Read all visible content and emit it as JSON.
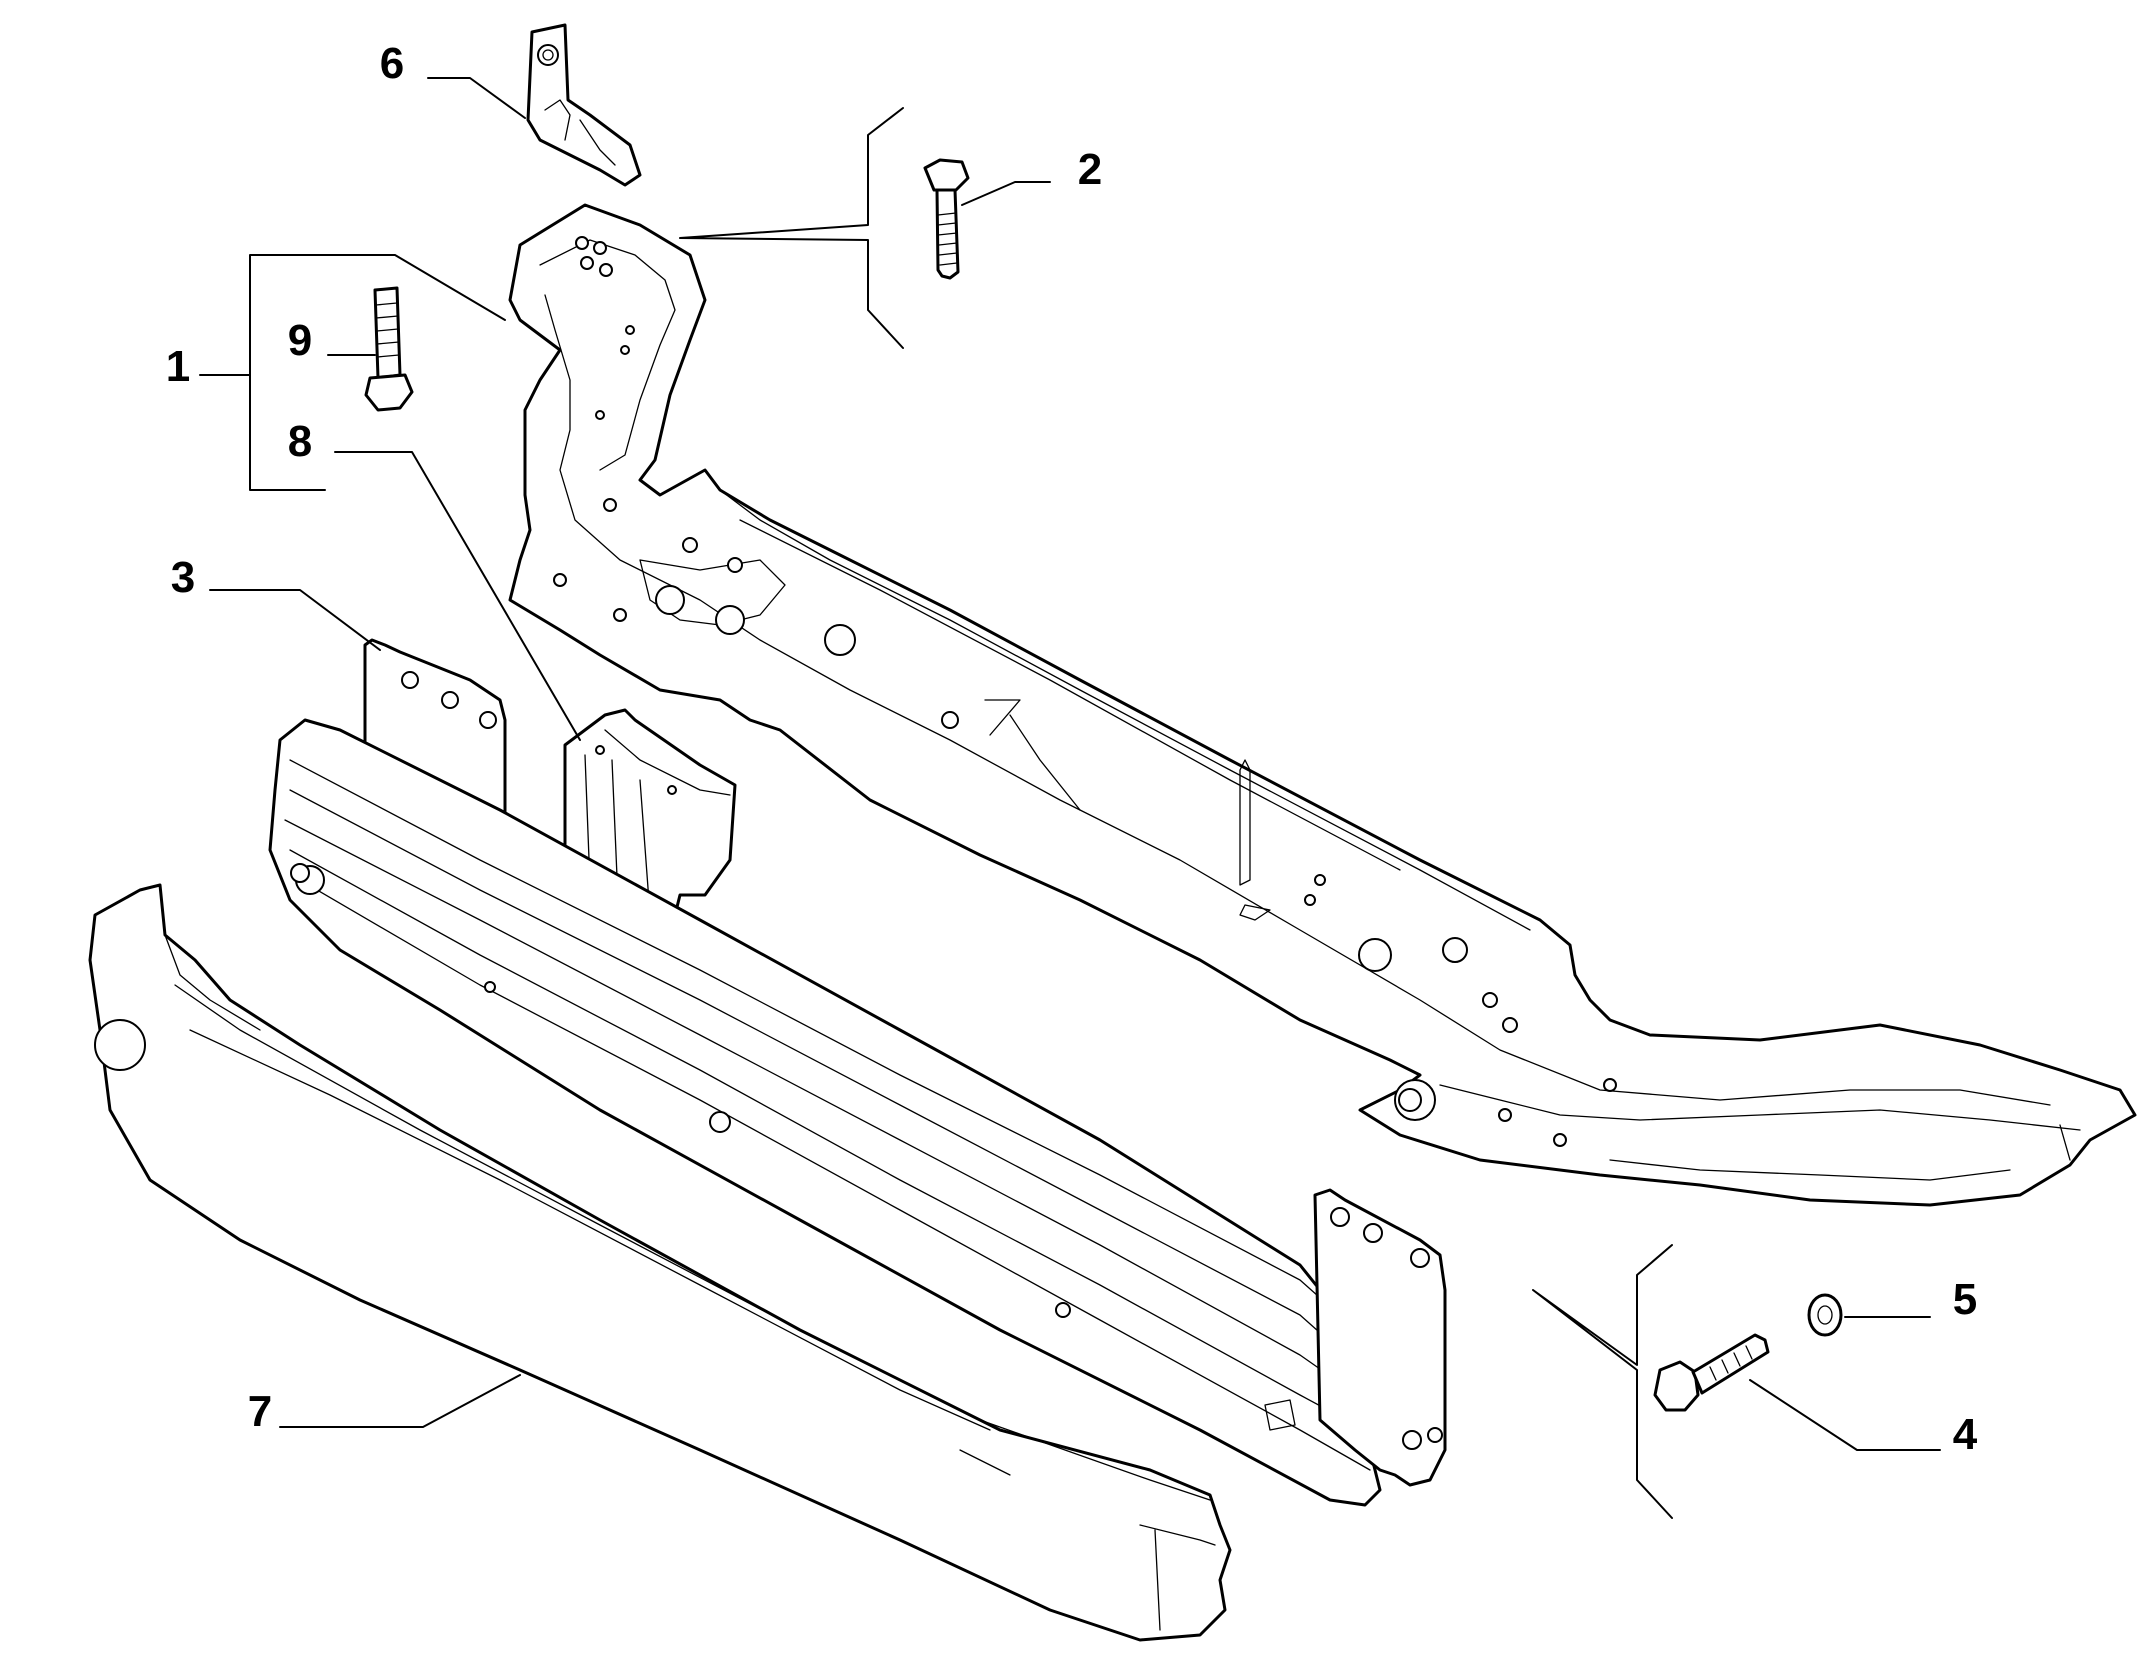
{
  "callouts": [
    {
      "id": "c1",
      "label": "1"
    },
    {
      "id": "c2",
      "label": "2"
    },
    {
      "id": "c3",
      "label": "3"
    },
    {
      "id": "c4",
      "label": "4"
    },
    {
      "id": "c5",
      "label": "5"
    },
    {
      "id": "c6",
      "label": "6"
    },
    {
      "id": "c7",
      "label": "7"
    },
    {
      "id": "c8",
      "label": "8"
    },
    {
      "id": "c9",
      "label": "9"
    }
  ]
}
